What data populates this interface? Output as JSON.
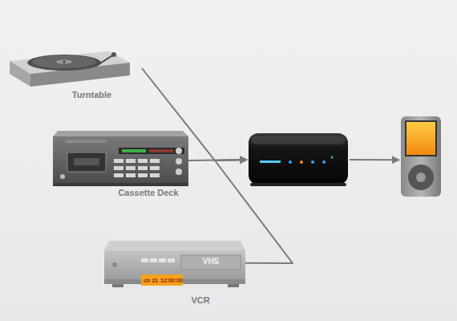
{
  "diagram": {
    "nodes": [
      {
        "text": [
          "Turntable"
        ]
      },
      {
        "text": [
          "Cassette Deck"
        ]
      },
      {
        "text": [
          "VCR"
        ]
      },
      {
        "text": []
      },
      {
        "text": []
      }
    ],
    "edges": [
      {
        "from": 0,
        "to": 3,
        "arrow": "to"
      },
      {
        "from": 1,
        "to": 3,
        "arrow": "to"
      },
      {
        "from": 2,
        "to": 3,
        "arrow": "to"
      },
      {
        "from": 3,
        "to": 4,
        "arrow": "to"
      }
    ],
    "labels": [
      "VHS",
      "ch 21",
      "12:00:00"
    ]
  }
}
